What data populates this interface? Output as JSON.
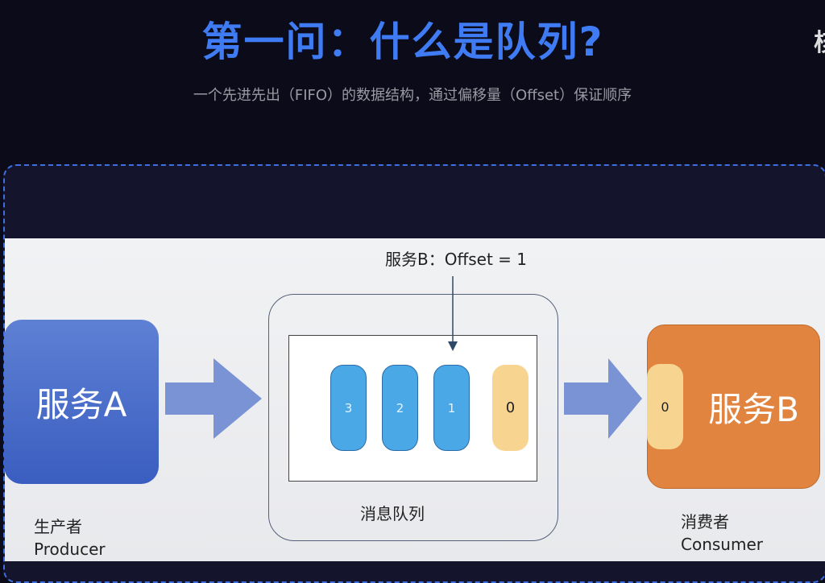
{
  "title": "第一问：什么是队列?",
  "side_partial": "核",
  "subtitle": "一个先进先出（FIFO）的数据结构，通过偏移量（Offset）保证顺序",
  "diagram": {
    "producer": {
      "box": "服务A",
      "label_cn": "生产者",
      "label_en": "Producer"
    },
    "consumer": {
      "box": "服务B",
      "label_cn": "消费者",
      "label_en": "Consumer",
      "held": "0"
    },
    "queue": {
      "label": "消息队列",
      "messages": [
        "3",
        "2",
        "1",
        "0"
      ]
    },
    "offset_label": "服务B：Offset = 1"
  },
  "colors": {
    "title": "#3f7bf2",
    "producer": "#4a6fcb",
    "consumer": "#e0843f",
    "message": "#4aa8e6",
    "consumed": "#f7d591"
  }
}
